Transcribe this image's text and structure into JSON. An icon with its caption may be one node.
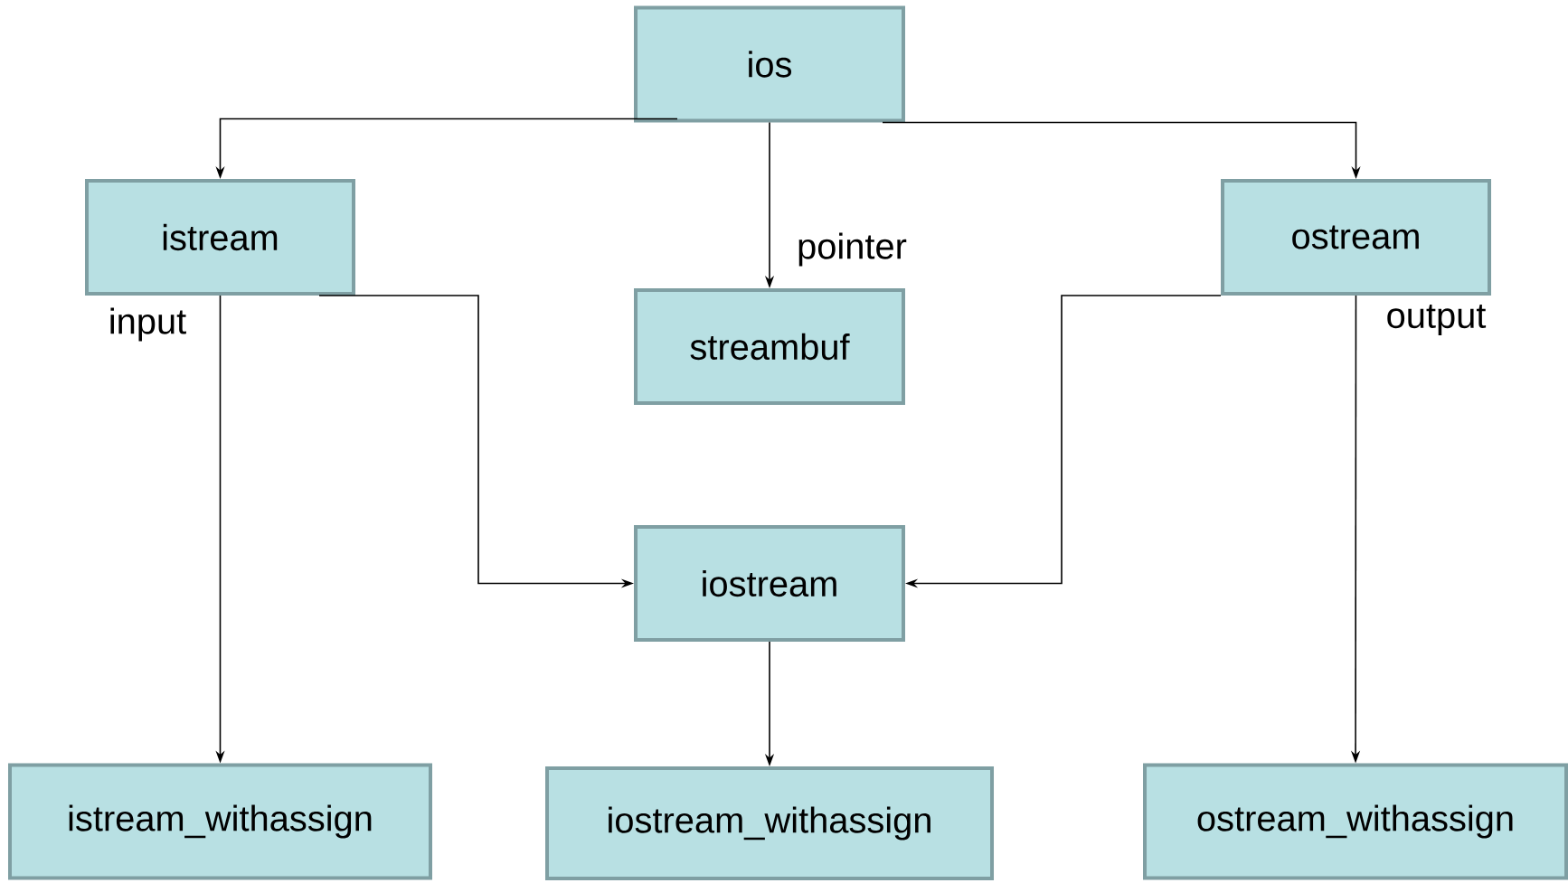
{
  "diagram": {
    "nodes": [
      {
        "text": [
          "ios"
        ]
      },
      {
        "text": [
          "istream"
        ]
      },
      {
        "text": [
          "streambuf"
        ]
      },
      {
        "text": [
          "ostream"
        ]
      },
      {
        "text": [
          "iostream"
        ]
      },
      {
        "text": [
          "istream_withassign"
        ]
      },
      {
        "text": [
          "iostream_withassign"
        ]
      },
      {
        "text": [
          "ostream_withassign"
        ]
      }
    ],
    "edges": [
      {
        "from": 0,
        "to": 1,
        "arrow": "to"
      },
      {
        "from": 0,
        "to": 2,
        "arrow": "to",
        "label": "pointer"
      },
      {
        "from": 0,
        "to": 3,
        "arrow": "to"
      },
      {
        "from": 1,
        "to": 4,
        "arrow": "to"
      },
      {
        "from": 3,
        "to": 4,
        "arrow": "to"
      },
      {
        "from": 1,
        "to": 5,
        "arrow": "to",
        "label": "input"
      },
      {
        "from": 4,
        "to": 6,
        "arrow": "to"
      },
      {
        "from": 3,
        "to": 7,
        "arrow": "to",
        "label": "output"
      }
    ]
  }
}
